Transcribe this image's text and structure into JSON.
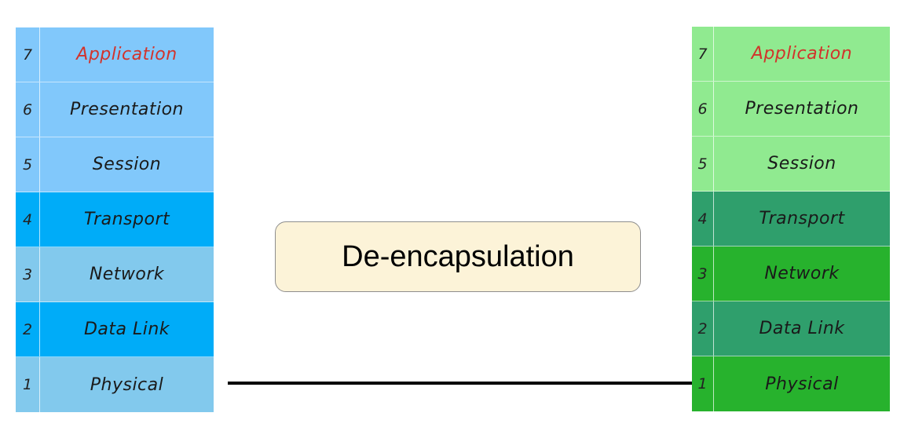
{
  "left_stack": {
    "layers": [
      {
        "number": "7",
        "name": "Application",
        "color": "#81c8fb",
        "name_color": "#d2332b"
      },
      {
        "number": "6",
        "name": "Presentation",
        "color": "#81c8fb"
      },
      {
        "number": "5",
        "name": "Session",
        "color": "#81c8fb"
      },
      {
        "number": "4",
        "name": "Transport",
        "color": "#00acf8"
      },
      {
        "number": "3",
        "name": "Network",
        "color": "#82c9ed"
      },
      {
        "number": "2",
        "name": "Data Link",
        "color": "#00acf8"
      },
      {
        "number": "1",
        "name": "Physical",
        "color": "#82c9ed"
      }
    ]
  },
  "right_stack": {
    "layers": [
      {
        "number": "7",
        "name": "Application",
        "color": "#90ea90",
        "name_color": "#d2332b"
      },
      {
        "number": "6",
        "name": "Presentation",
        "color": "#90ea90"
      },
      {
        "number": "5",
        "name": "Session",
        "color": "#90ea90"
      },
      {
        "number": "4",
        "name": "Transport",
        "color": "#2f9f6c"
      },
      {
        "number": "3",
        "name": "Network",
        "color": "#27b22d"
      },
      {
        "number": "2",
        "name": "Data Link",
        "color": "#2f9f6c"
      },
      {
        "number": "1",
        "name": "Physical",
        "color": "#27b22d"
      }
    ]
  },
  "center_label": "De-encapsulation"
}
